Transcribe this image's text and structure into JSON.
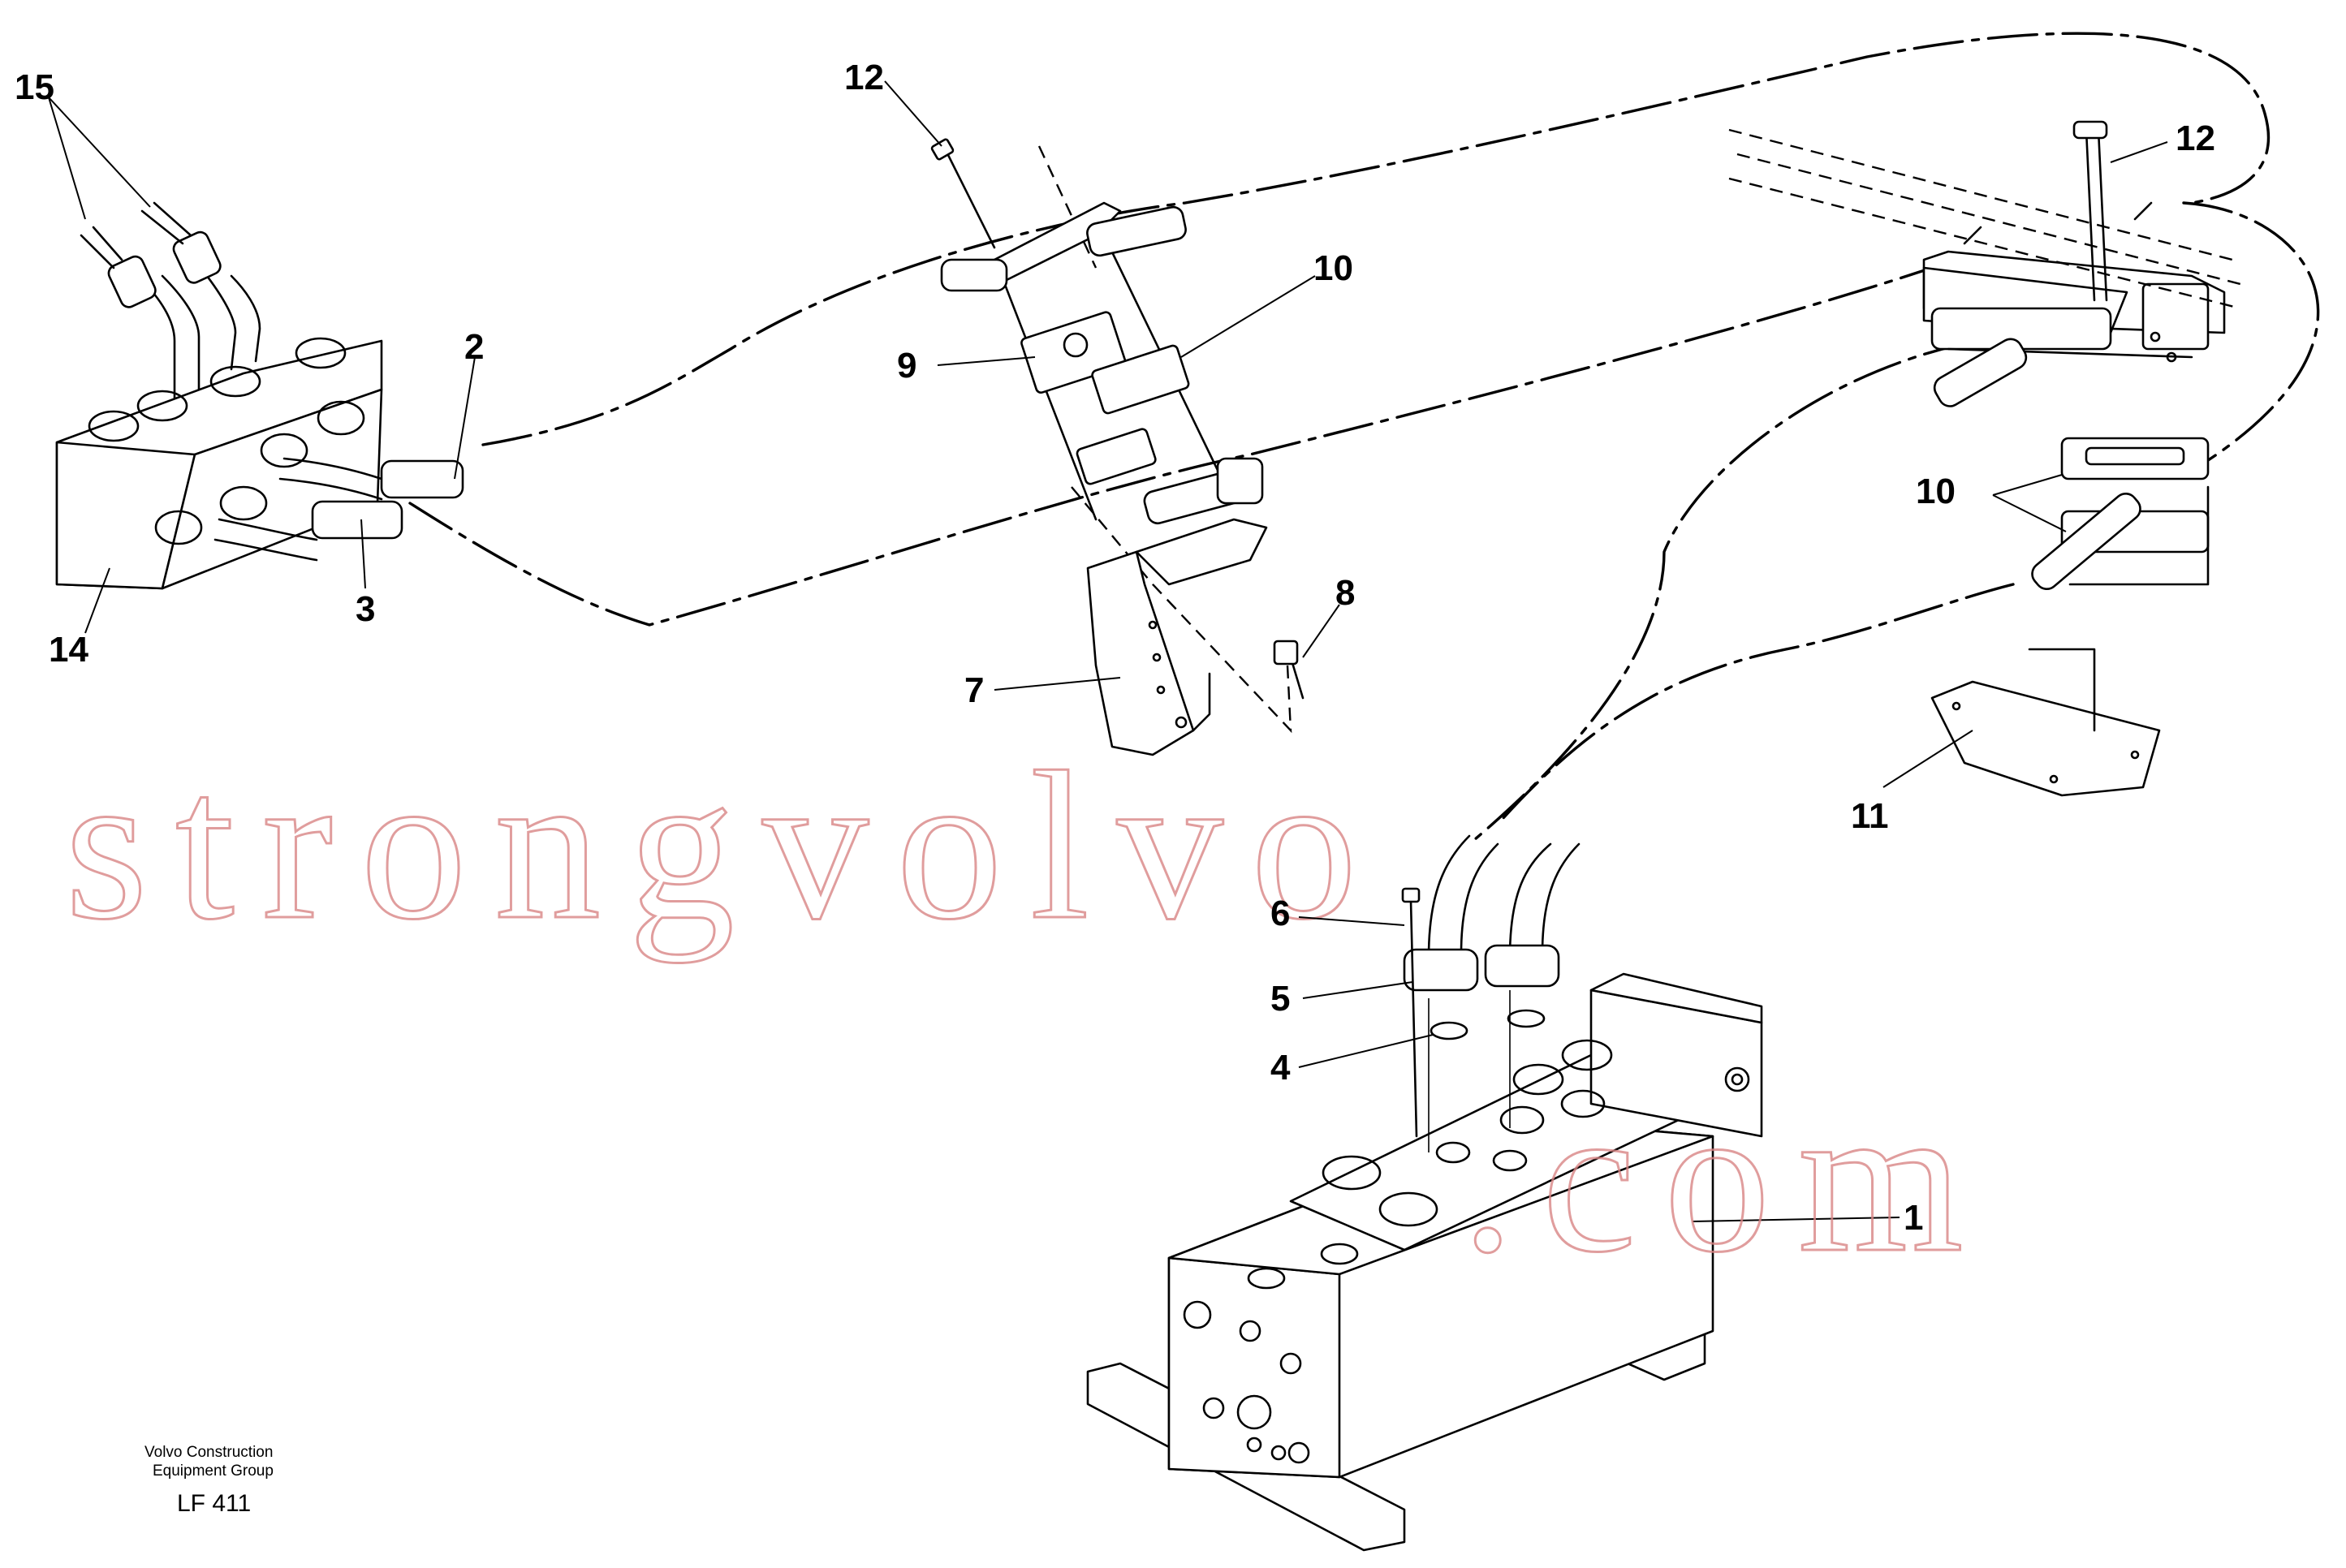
{
  "diagram": {
    "labels": {
      "l1": "1",
      "l2": "2",
      "l3": "3",
      "l4": "4",
      "l5": "5",
      "l6": "6",
      "l7": "7",
      "l8": "8",
      "l9": "9",
      "l10a": "10",
      "l10b": "10",
      "l11": "11",
      "l12a": "12",
      "l12b": "12",
      "l14": "14",
      "l15": "15"
    },
    "watermark": "strongvolvo.com",
    "footer": {
      "line1": "Volvo Construction",
      "line2": "Equipment Group",
      "code": "LF 411"
    },
    "colors": {
      "ink": "#000000",
      "watermark": "#d98585",
      "paper": "#ffffff"
    }
  }
}
